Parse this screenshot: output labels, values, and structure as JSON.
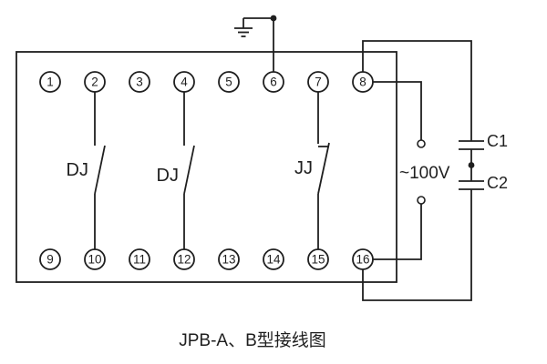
{
  "caption": "JPB-A、B型接线图",
  "terminals": [
    "1",
    "2",
    "3",
    "4",
    "5",
    "6",
    "7",
    "8",
    "9",
    "10",
    "11",
    "12",
    "13",
    "14",
    "15",
    "16"
  ],
  "labels": {
    "dj1": "DJ",
    "dj2": "DJ",
    "jj": "JJ",
    "c1": "C1",
    "c2": "C2",
    "supply": "~100V"
  },
  "icons": {
    "ground": "earth-ground-icon"
  },
  "colors": {
    "line": "#1f1f1f",
    "background": "#ffffff"
  }
}
